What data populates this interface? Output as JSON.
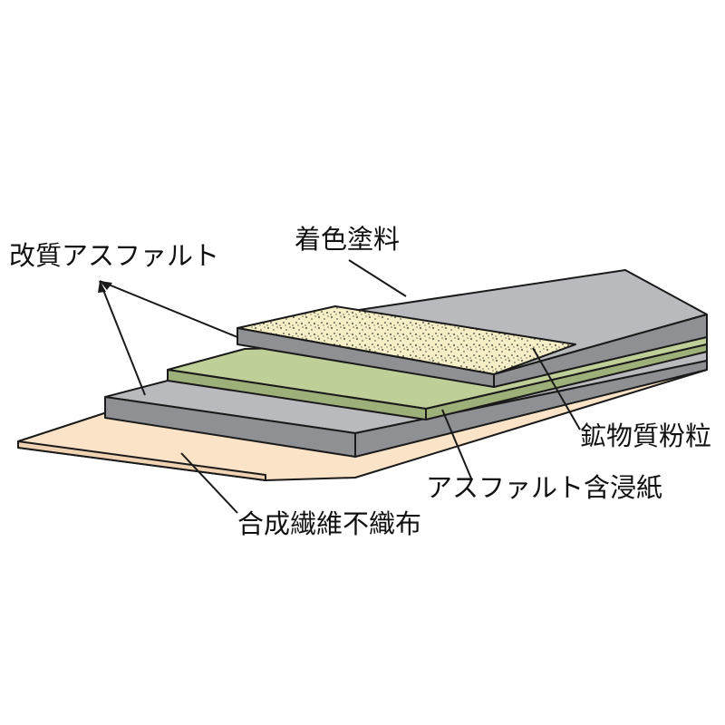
{
  "labels": {
    "coloring_paint": "着色塗料",
    "modified_asphalt": "改質アスファルト",
    "mineral_granules": "鉱物質粉粒",
    "asphalt_impregnated_paper": "アスファルト含浸紙",
    "synthetic_nonwoven": "合成繊維不織布"
  },
  "colors": {
    "nonwoven": "#fbe3c8",
    "asphalt_top": "#b9babd",
    "asphalt_side": "#8f9094",
    "paper_top": "#bfcf98",
    "paper_side": "#9eb079",
    "granules": "#f6eec6",
    "granule_dots": "#6a6a5a"
  }
}
